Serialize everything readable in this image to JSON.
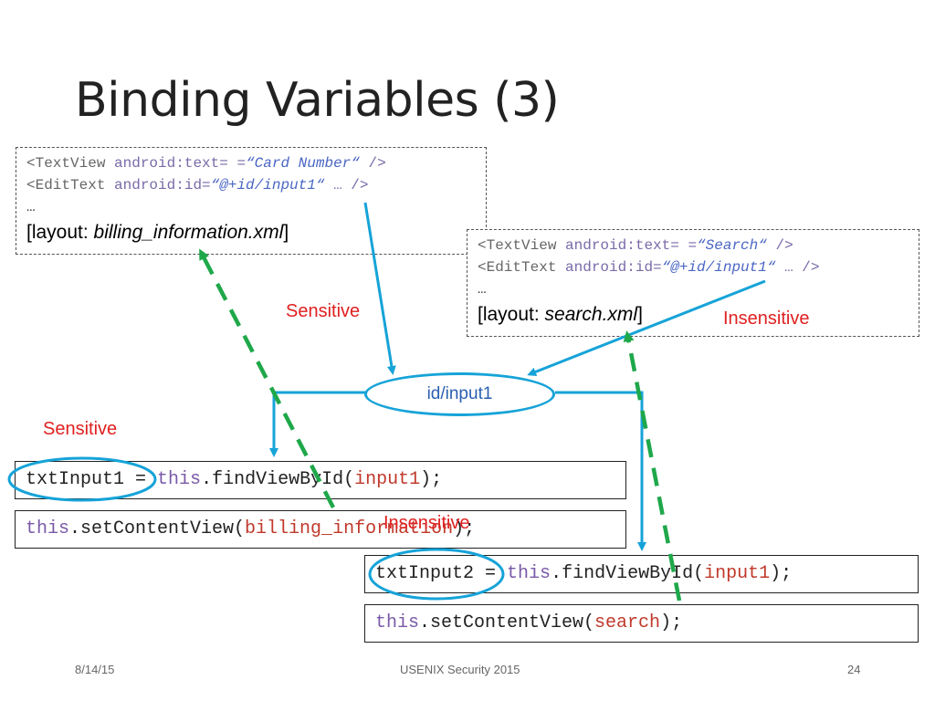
{
  "title": "Binding Variables (3)",
  "layout_box_1": {
    "line1": {
      "tag": "<TextView",
      "attr": " android:text= =",
      "value": "“Card Number“",
      "end": " />"
    },
    "line2": {
      "tag": "<EditText",
      "attr": " android:id=",
      "value": "“@+id/input1“",
      "end": " … />"
    },
    "ellipsis": "…",
    "layout_prefix": "[layout: ",
    "layout_file": "billing_information.xml",
    "layout_suffix": "]"
  },
  "layout_box_2": {
    "line1": {
      "tag": "<TextView",
      "attr": " android:text= =",
      "value": "“Search“",
      "end": " />"
    },
    "line2": {
      "tag": "<EditText",
      "attr": " android:id=",
      "value": "“@+id/input1“",
      "end": " … />"
    },
    "ellipsis": "…",
    "layout_prefix": "[layout: ",
    "layout_file": "search.xml",
    "layout_suffix": "]"
  },
  "labels": {
    "sensitive_top": "Sensitive",
    "insensitive_right": "Insensitive",
    "sensitive_left": "Sensitive",
    "insensitive_middle": "Insensitive"
  },
  "id_oval": "id/input1",
  "code": {
    "line1": {
      "var": "txtInput1",
      "eq": " = ",
      "this": "this",
      "call": ".findViewById(",
      "arg": "input1",
      "end": ");"
    },
    "line2": {
      "this": "this",
      "call": ".setContentView(",
      "arg": "billing_information",
      "end": ");"
    },
    "line3": {
      "var": "txtInput2",
      "eq": " = ",
      "this": "this",
      "call": ".findViewById(",
      "arg": "input1",
      "end": ");"
    },
    "line4": {
      "this": "this",
      "call": ".setContentView(",
      "arg": "search",
      "end": ");"
    }
  },
  "footer": {
    "date": "8/14/15",
    "conference": "USENIX Security 2015",
    "page": "24"
  },
  "colors": {
    "arrow_blue": "#16a3d8",
    "arrow_green": "#1fa84a",
    "label_red": "#e02020"
  }
}
